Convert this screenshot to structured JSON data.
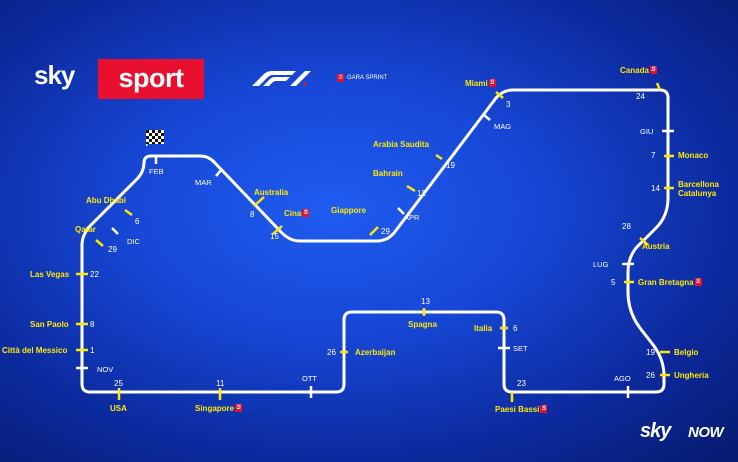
{
  "branding": {
    "sky": "sky",
    "sport": "sport",
    "sprint_legend": "GARA SPRINT",
    "sprint_badge": "S",
    "footer_sky": "sky",
    "footer_now": "NOW"
  },
  "colors": {
    "background": "#1747d6",
    "track": "#ffffff",
    "race_label": "#ffe800",
    "sprint_badge": "#e8102e"
  },
  "months": [
    "FEB",
    "MAR",
    "APR",
    "MAG",
    "GIU",
    "LUG",
    "AGO",
    "SET",
    "OTT",
    "NOV",
    "DIC"
  ],
  "races": [
    {
      "name": "Australia",
      "day": "8",
      "sprint": false
    },
    {
      "name": "Cina",
      "day": "15",
      "sprint": true
    },
    {
      "name": "Giappore",
      "day": "29",
      "sprint": false
    },
    {
      "name": "Bahrain",
      "day": "12",
      "sprint": false
    },
    {
      "name": "Arabia Saudita",
      "day": "19",
      "sprint": false
    },
    {
      "name": "Miami",
      "day": "3",
      "sprint": true
    },
    {
      "name": "Canada",
      "day": "24",
      "sprint": true
    },
    {
      "name": "Monaco",
      "day": "7",
      "sprint": false
    },
    {
      "name": "Barcellona",
      "name2": "Catalunya",
      "day": "14",
      "sprint": false
    },
    {
      "name": "Austria",
      "day": "28",
      "sprint": false
    },
    {
      "name": "Gran Bretagna",
      "day": "5",
      "sprint": true
    },
    {
      "name": "Belgio",
      "day": "19",
      "sprint": false
    },
    {
      "name": "Ungheria",
      "day": "26",
      "sprint": false
    },
    {
      "name": "Paesi Bassi",
      "day": "23",
      "sprint": true
    },
    {
      "name": "Italia",
      "day": "6",
      "sprint": false
    },
    {
      "name": "Spagna",
      "day": "13",
      "sprint": false
    },
    {
      "name": "Azerbaijan",
      "day": "26",
      "sprint": false
    },
    {
      "name": "Singapore",
      "day": "11",
      "sprint": true
    },
    {
      "name": "USA",
      "day": "25",
      "sprint": false
    },
    {
      "name": "Città del Messico",
      "day": "1",
      "sprint": false
    },
    {
      "name": "San Paolo",
      "day": "8",
      "sprint": false
    },
    {
      "name": "Las Vegas",
      "day": "22",
      "sprint": false
    },
    {
      "name": "Qatar",
      "day": "29",
      "sprint": false
    },
    {
      "name": "Abu Dhabi",
      "day": "6",
      "sprint": false
    }
  ]
}
